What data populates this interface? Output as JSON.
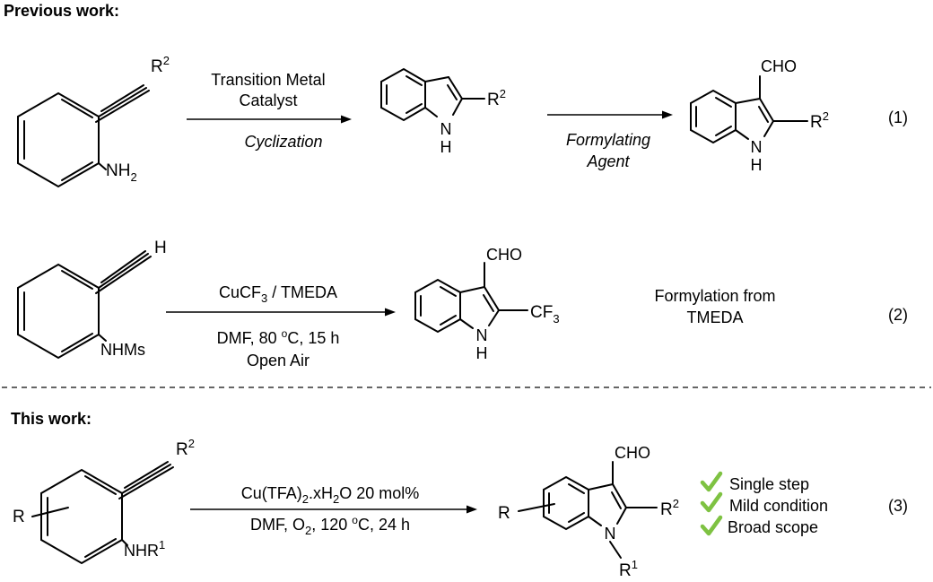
{
  "headers": {
    "previous": "Previous work:",
    "this": "This work:"
  },
  "reaction1": {
    "label": "(1)",
    "start": {
      "alkyne_sub": "R",
      "alkyne_sup": "2",
      "amine": "NH",
      "amine_sub": "2"
    },
    "step1_top1": "Transition Metal",
    "step1_top2": "Catalyst",
    "step1_bottom": "Cyclization",
    "intermediate": {
      "sub": "R",
      "sub_sup": "2",
      "nh": "N",
      "h": "H"
    },
    "step2_bottom1": "Formylating",
    "step2_bottom2": "Agent",
    "product": {
      "cho": "CHO",
      "sub": "R",
      "sub_sup": "2",
      "nh": "N",
      "h": "H"
    }
  },
  "reaction2": {
    "label": "(2)",
    "start": {
      "terminal": "H",
      "amine": "NHMs"
    },
    "conditions_top": "CuCF",
    "conditions_top_sub": "3",
    "conditions_top_rest": " / TMEDA",
    "conditions_b1": "DMF, 80 ",
    "conditions_b1_sup": "o",
    "conditions_b1_rest": "C, 15 h",
    "conditions_b2": "Open Air",
    "product": {
      "cho": "CHO",
      "cf3": "CF",
      "cf3_sub": "3",
      "nh": "N",
      "h": "H"
    },
    "note1": "Formylation from",
    "note2": "TMEDA"
  },
  "reaction3": {
    "label": "(3)",
    "start": {
      "r": "R",
      "alkyne_sub": "R",
      "alkyne_sup": "2",
      "amine": "NHR",
      "amine_sup": "1"
    },
    "conditions_top": "Cu(TFA)",
    "conditions_top_sub": "2",
    "conditions_top_mid": ".xH",
    "conditions_top_sub2": "2",
    "conditions_top_rest": "O 20 mol%",
    "conditions_b": "DMF, O",
    "conditions_b_sub": "2",
    "conditions_b_mid": ", 120 ",
    "conditions_b_sup": "o",
    "conditions_b_rest": "C, 24 h",
    "product": {
      "cho": "CHO",
      "r": "R",
      "sub": "R",
      "sub_sup": "2",
      "n": "N",
      "r1": "R",
      "r1_sup": "1"
    },
    "features": [
      "Single step",
      "Mild condition",
      "Broad scope"
    ],
    "check_color": "#7ec242"
  }
}
